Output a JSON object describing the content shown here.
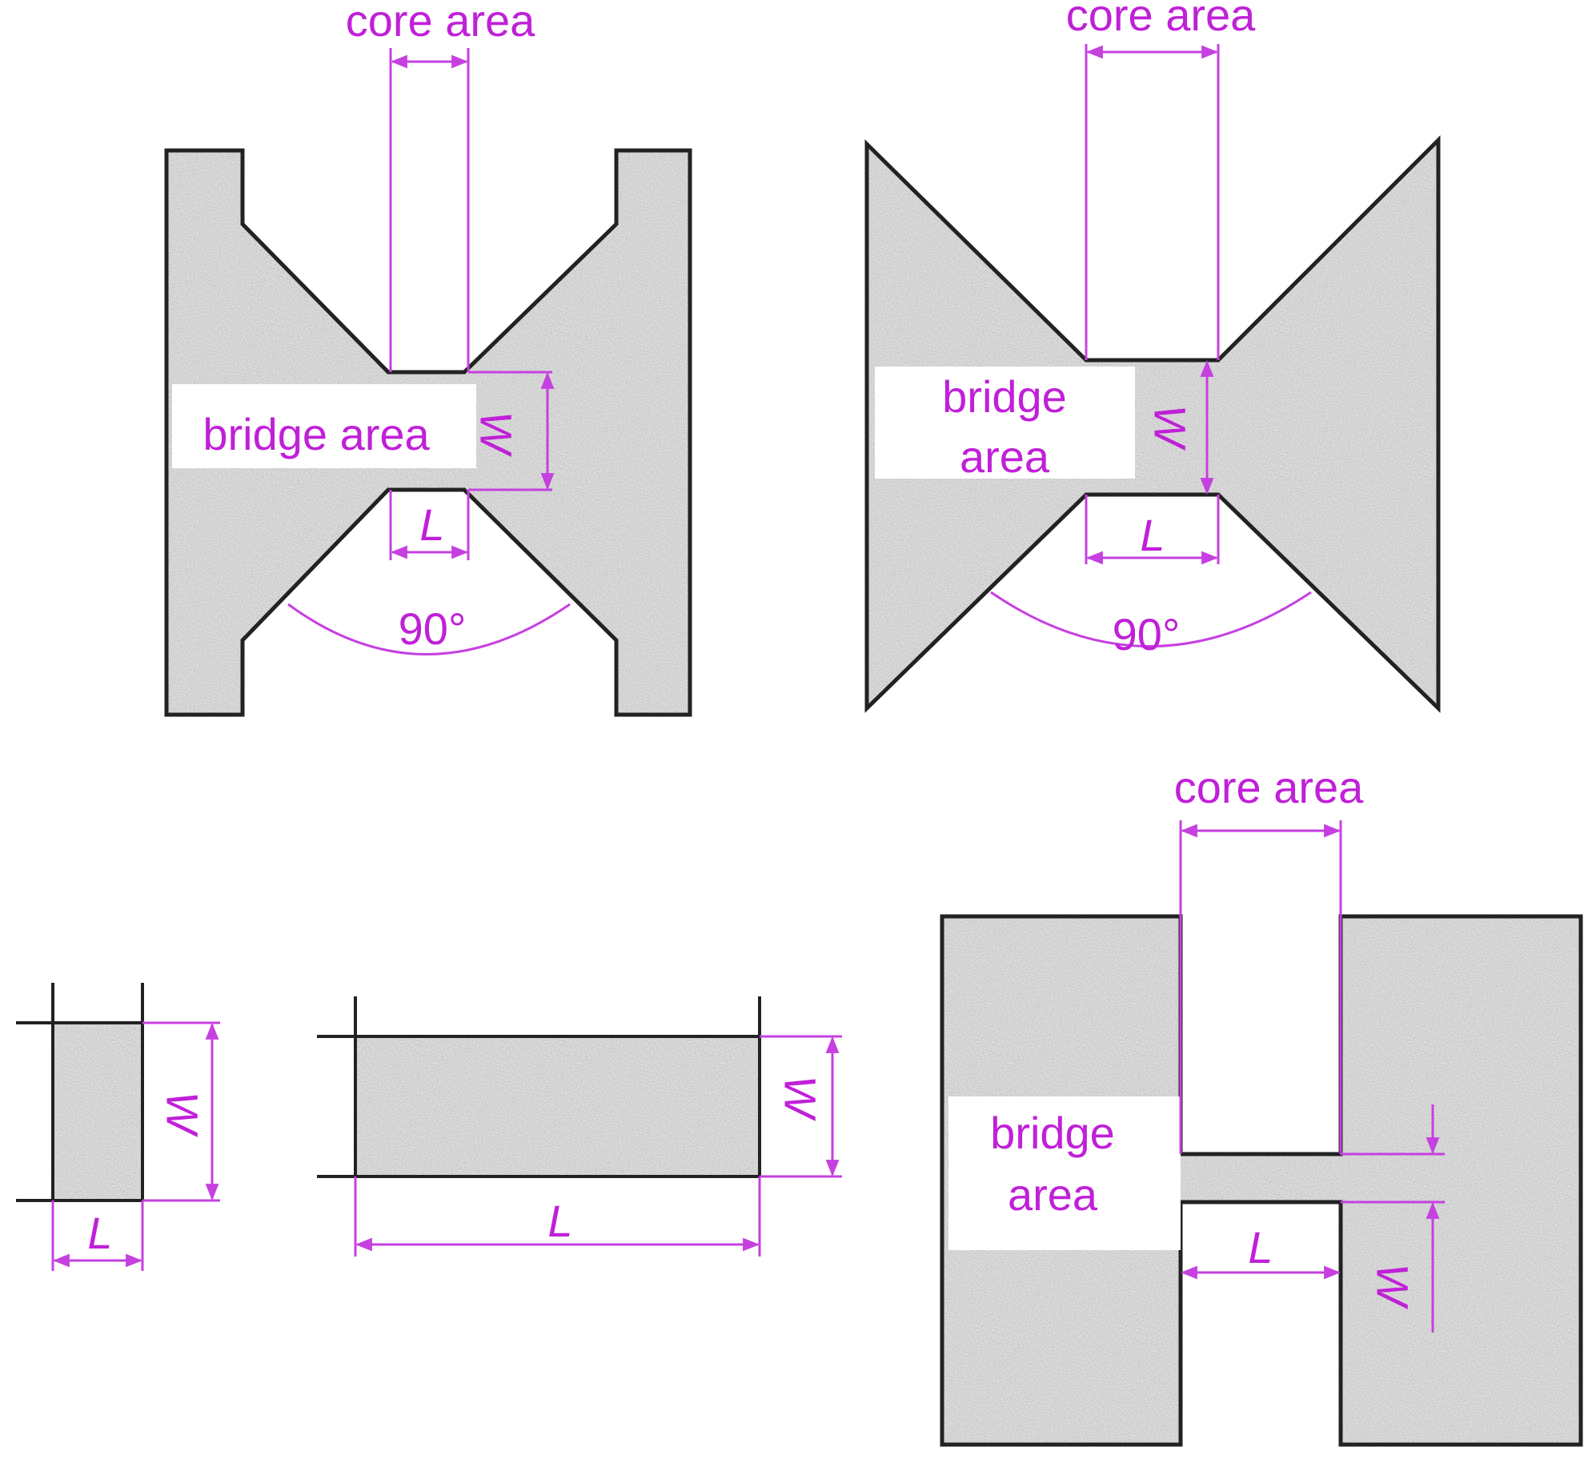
{
  "labels": {
    "core_area": "core area",
    "bridge_area": "bridge area",
    "bridge": "bridge",
    "area": "area",
    "width_symbol": "W",
    "length_symbol": "L",
    "angle": "90°"
  },
  "colors": {
    "annotation": "#c020d8",
    "outline": "#222222",
    "fill": "#e6e6e6"
  }
}
